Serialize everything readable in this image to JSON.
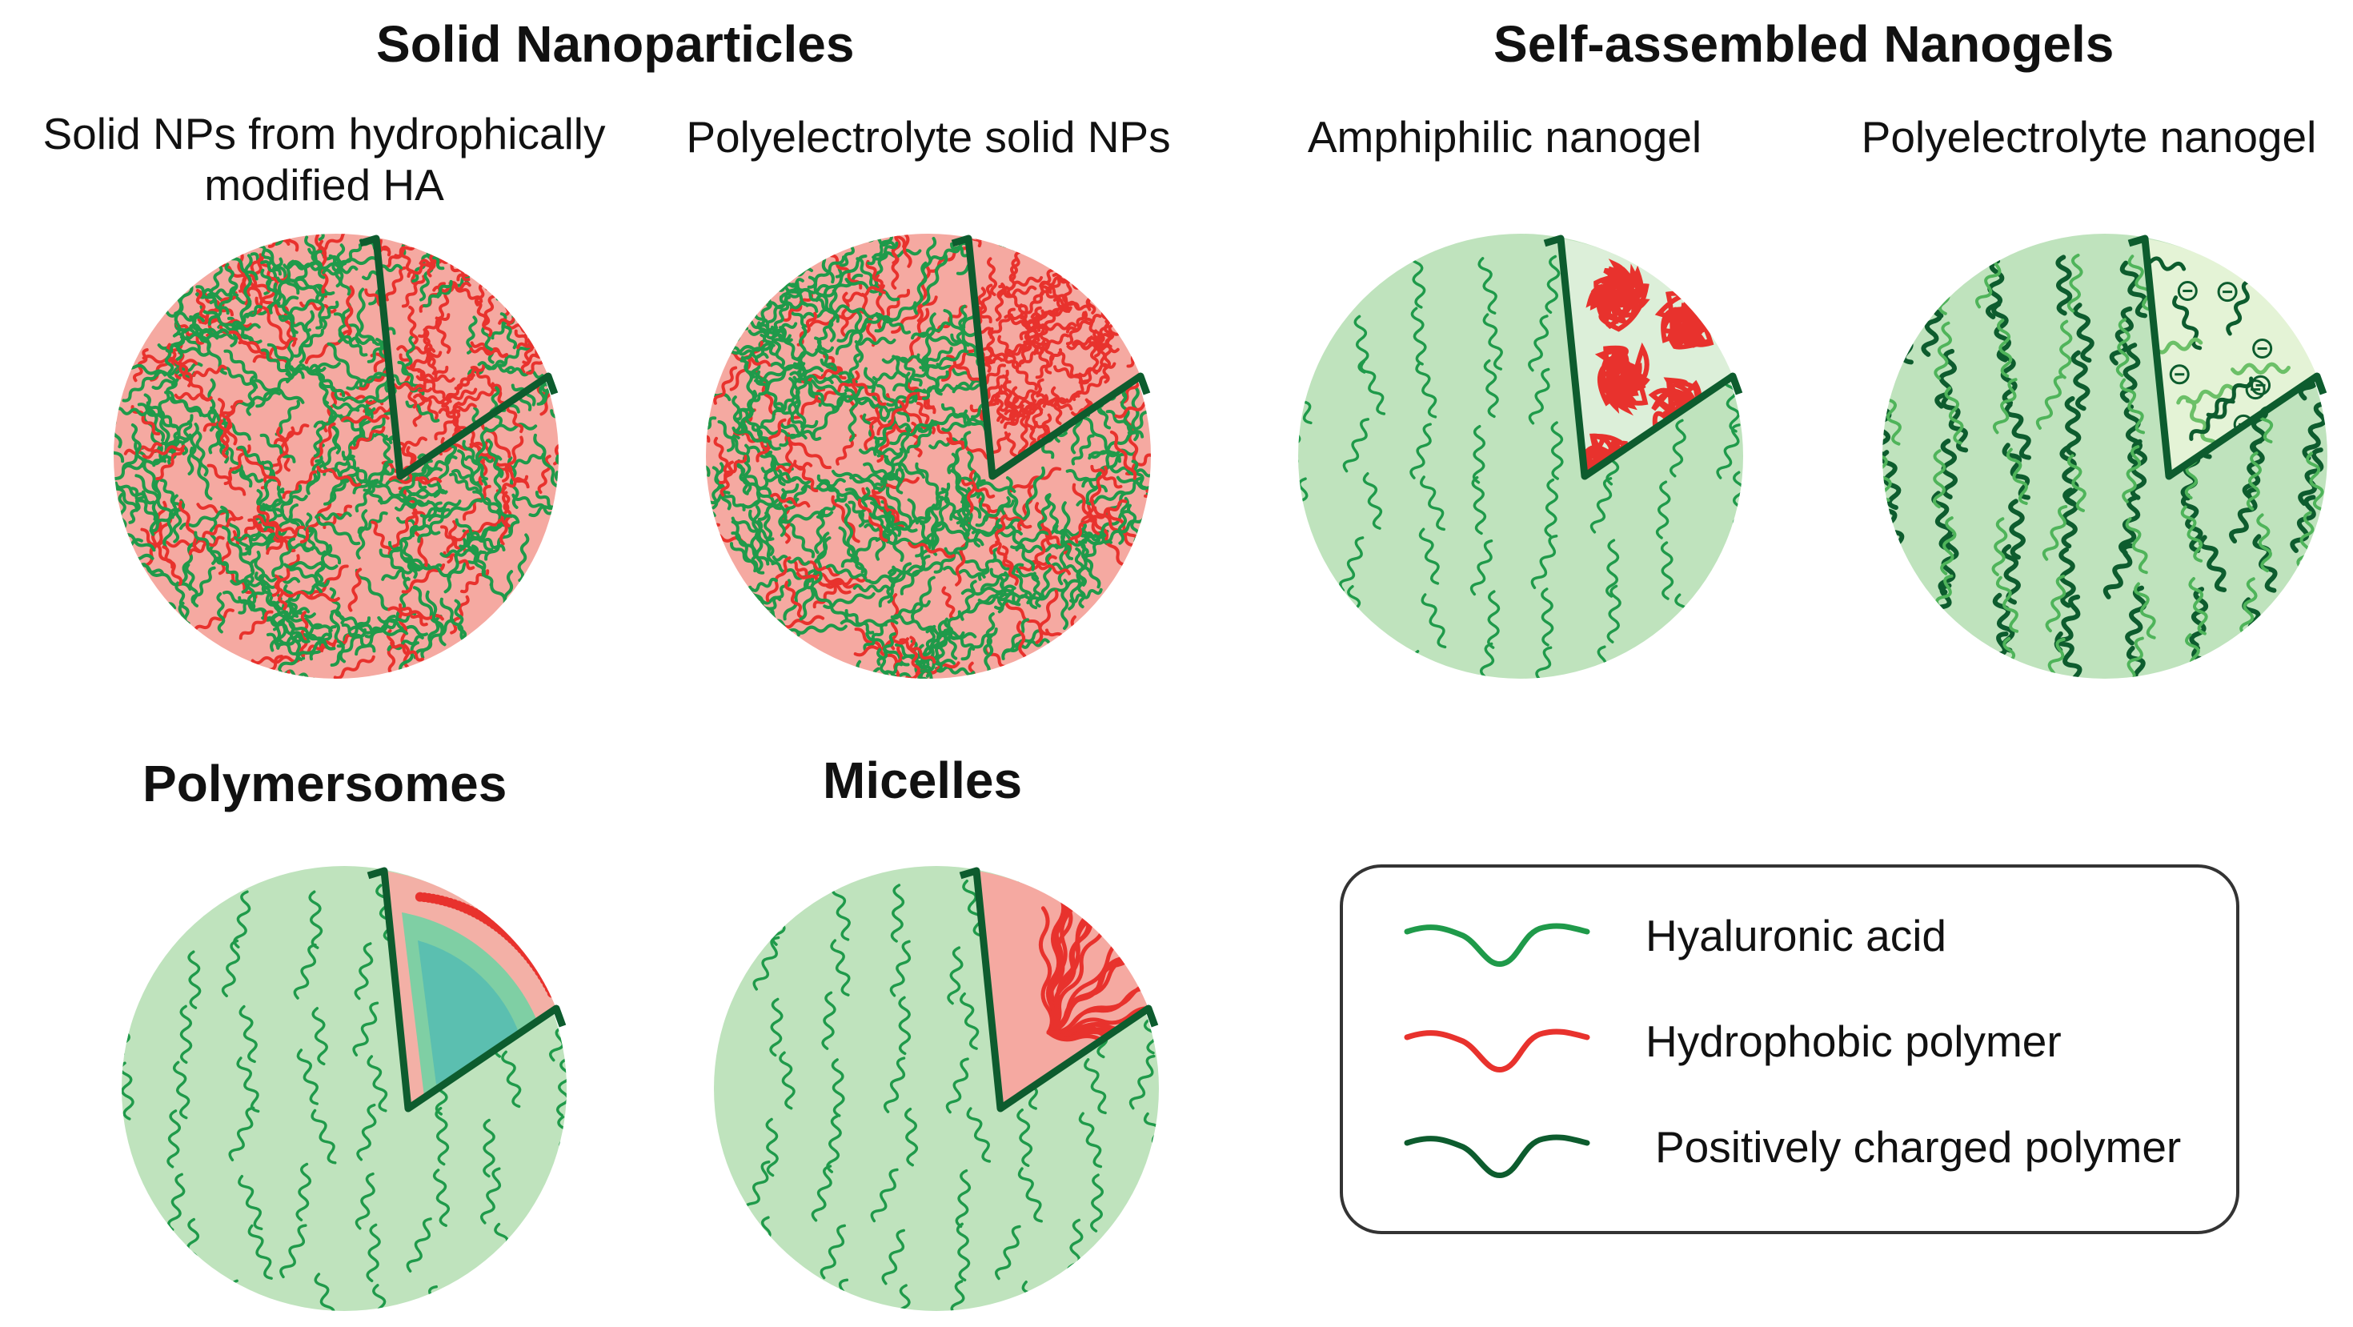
{
  "headings": {
    "solid": "Solid Nanoparticles",
    "nanogels": "Self-assembled Nanogels",
    "polymersomes": "Polymersomes",
    "micelles": "Micelles"
  },
  "subtitles": {
    "solid_hm": "Solid NPs from hydrophically modified HA",
    "solid_pe": "Polyelectrolyte solid NPs",
    "amphiphilic": "Amphiphilic nanogel",
    "polyelectrolyte_gel": "Polyelectrolyte nanogel"
  },
  "legend": [
    {
      "label": "Hyaluronic acid",
      "color": "#1f9a4a",
      "icon": "wavy-line-icon"
    },
    {
      "label": "Hydrophobic polymer",
      "color": "#e8322d",
      "icon": "wavy-line-icon"
    },
    {
      "label": "Positively charged polymer",
      "color": "#0d5c2e",
      "icon": "wavy-line-icon"
    }
  ],
  "colors": {
    "ha_green": "#1f9a4a",
    "hydrophobic_red": "#e8322d",
    "positive_dark_green": "#0d5c2e",
    "sphere_light_green": "#bfe3bd",
    "core_light_red": "#f5a9a1",
    "aqueous_core_teal": "#5bbfb0"
  }
}
